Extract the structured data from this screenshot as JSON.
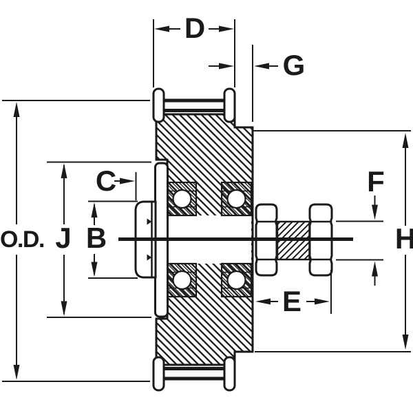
{
  "colors": {
    "ink": "#1a1a1a",
    "background": "#ffffff"
  },
  "labels": {
    "od": "O.D.",
    "d": "D",
    "g": "G",
    "c": "C",
    "j": "J",
    "b": "B",
    "f": "F",
    "e": "E",
    "h": "H"
  }
}
